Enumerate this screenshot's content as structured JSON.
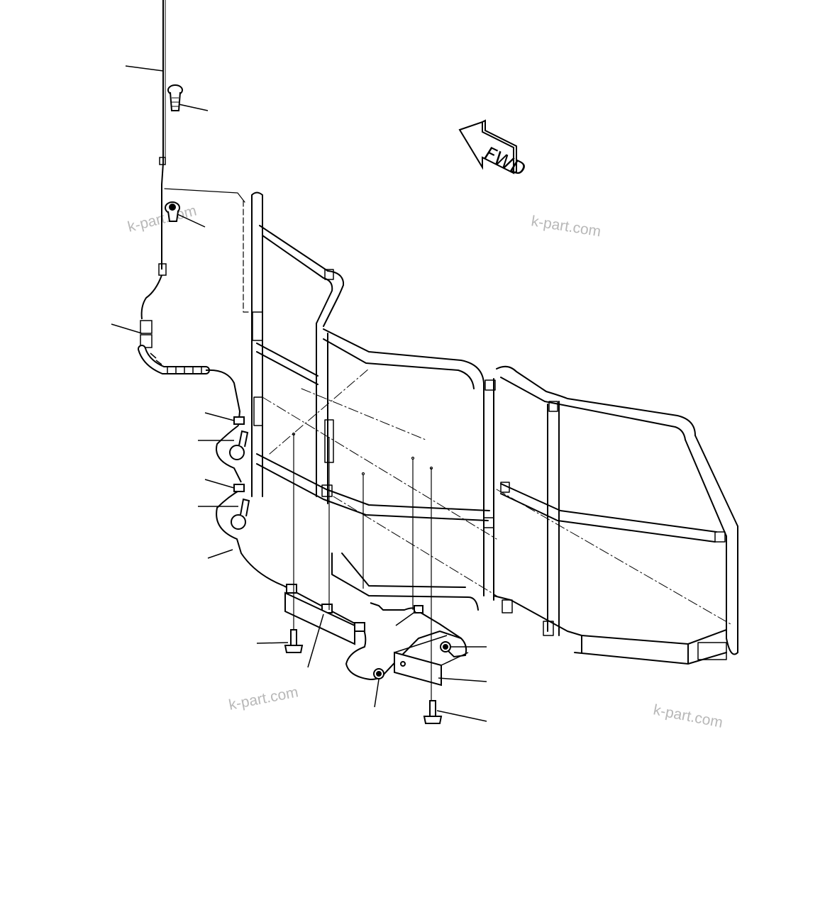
{
  "direction_arrow": {
    "label": "FWD",
    "icon": "forward-direction-arrow-icon"
  },
  "watermarks": [
    "k-part.com",
    "k-part.com",
    "k-part.com",
    "k-part.com"
  ],
  "parts": {
    "harness": "wiring-harness",
    "clamps": "harness-clamp",
    "bolts": "flange-bolt",
    "nuts": "flange-nut",
    "bracket": "mounting-bracket",
    "handrail": "handrail-guard-assembly"
  },
  "colors": {
    "line": "#000000",
    "watermark": "#b8b8b8",
    "background": "#ffffff"
  }
}
